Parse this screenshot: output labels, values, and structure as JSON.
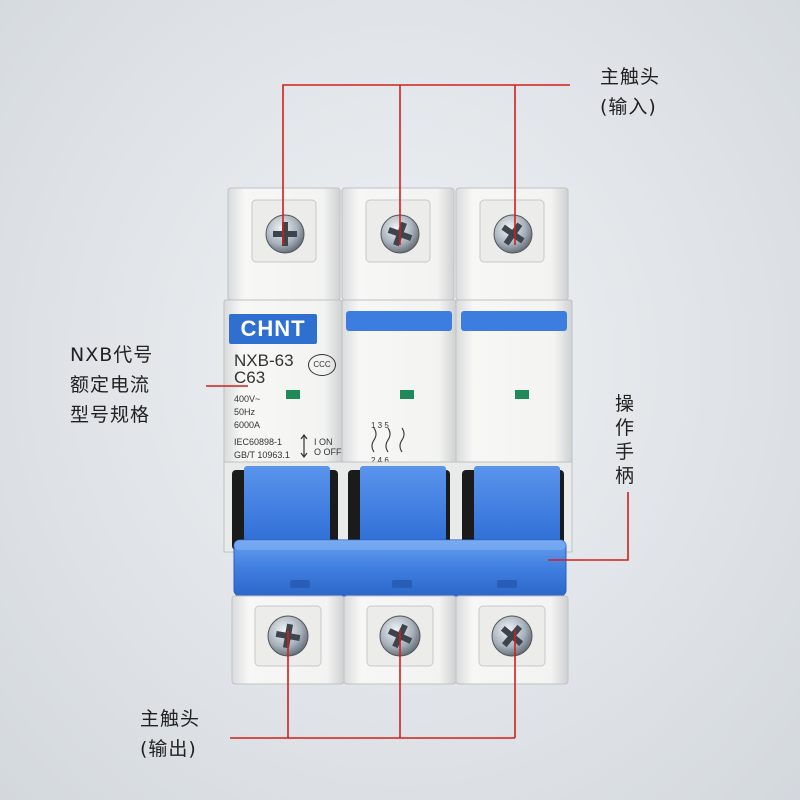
{
  "callouts": {
    "main_contact_input": {
      "line1": "主触头",
      "line2": "(输入)"
    },
    "main_contact_output": {
      "line1": "主触头",
      "line2": "(输出)"
    },
    "model_rating_spec": {
      "line1": "NXB代号",
      "line2": "额定电流",
      "line3": "型号规格"
    },
    "operating_handle": {
      "c1": "操",
      "c2": "作",
      "c3": "手",
      "c4": "柄"
    }
  },
  "device": {
    "brand": "CHNT",
    "model": "NXB-63",
    "curve": "C63",
    "voltage": "400V~",
    "frequency": "50Hz",
    "breaking_capacity": "6000A",
    "standard1": "IEC60898-1",
    "standard2": "GB/T 10963.1",
    "on_label": "I ON",
    "off_label": "O OFF",
    "cert_mark": "CCC"
  },
  "colors": {
    "annotation_line": "#d0201c",
    "handle_blue": "#3f7fe0",
    "brand_blue": "#2f6fd0",
    "housing": "#f4f4f2",
    "indicator": "#1f8a57"
  }
}
